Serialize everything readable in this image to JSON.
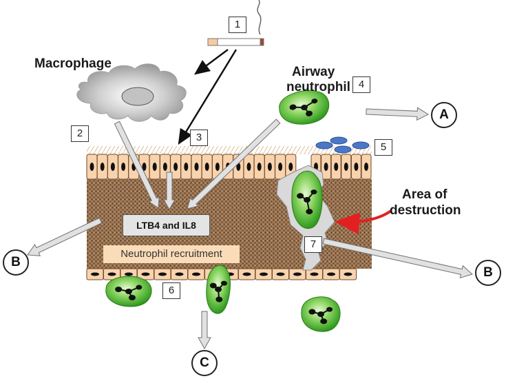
{
  "labels": {
    "macrophage": "Macrophage",
    "airway_neutrophil_line1": "Airway",
    "airway_neutrophil_line2": "neutrophil",
    "area_destruction_line1": "Area of",
    "area_destruction_line2": "destruction",
    "mediators": "LTB4 and IL8",
    "neutrophil_recruitment": "Neutrophil recruitment"
  },
  "steps": [
    "1",
    "2",
    "3",
    "4",
    "5",
    "6",
    "7"
  ],
  "outcomes": {
    "a": "A",
    "b": "B",
    "c": "C"
  },
  "colors": {
    "epithelium": "#f9d3ad",
    "tissue": "#9c7450",
    "neutrophil": "#5cc23a",
    "macrophage": "#b4b4b4",
    "arrow_fill": "#e1e1e1",
    "destruction_arrow": "#e32020",
    "platelet": "#4a77c8"
  },
  "icons": [
    "cigarette-icon",
    "smoke-icon",
    "macrophage-icon",
    "neutrophil-icon",
    "platelet-icon"
  ]
}
